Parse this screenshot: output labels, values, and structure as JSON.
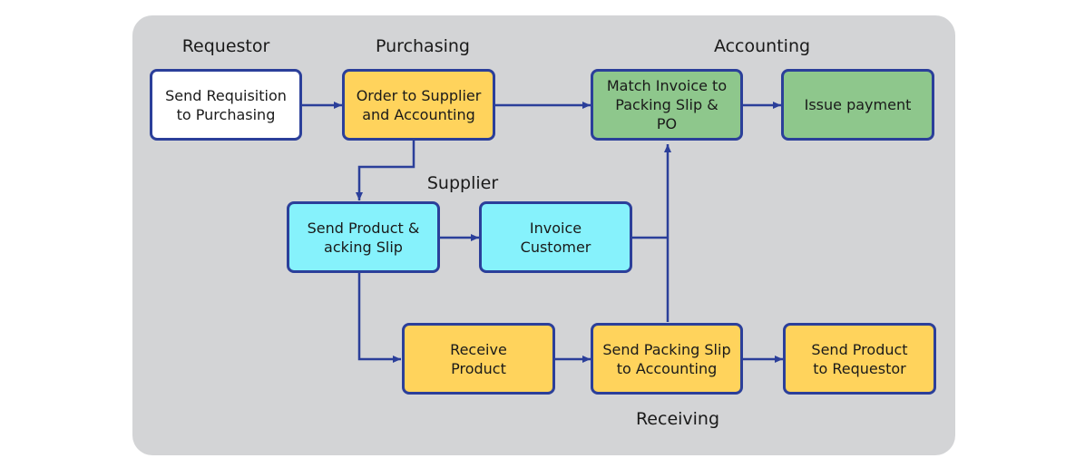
{
  "colors": {
    "panel": "#d3d4d6",
    "border": "#2b3f9a",
    "connector": "#2b3f9a",
    "requestor": "#ffffff",
    "purchasing": "#ffd35c",
    "accounting": "#8ec78c",
    "supplier": "#86f2fc",
    "receiving": "#ffd35c"
  },
  "lanes": {
    "requestor": "Requestor",
    "purchasing": "Purchasing",
    "accounting": "Accounting",
    "supplier": "Supplier",
    "receiving": "Receiving"
  },
  "nodes": {
    "send_requisition": "Send Requisition\nto Purchasing",
    "order_supplier": "Order to Supplier\nand Accounting",
    "match_invoice": "Match Invoice to\nPacking Slip &\nPO",
    "issue_payment": "Issue payment",
    "send_product_slip": "Send Product &\nacking Slip",
    "invoice_customer": "Invoice\nCustomer",
    "receive_product": "Receive\nProduct",
    "send_packing_slip": "Send Packing Slip\nto Accounting",
    "send_product_requestor": "Send Product\nto Requestor"
  }
}
